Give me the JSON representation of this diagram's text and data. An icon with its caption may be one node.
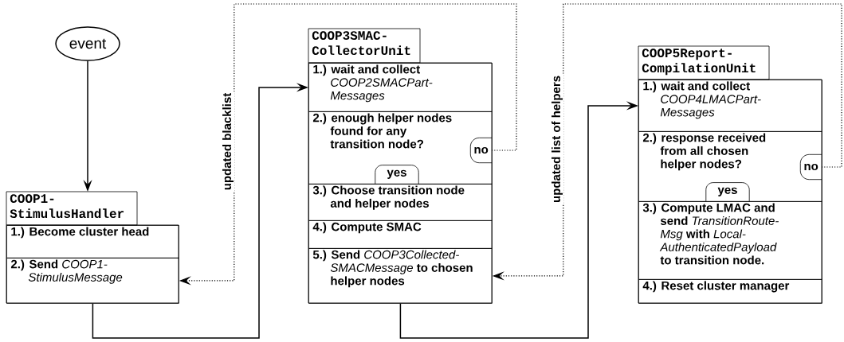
{
  "diagram": {
    "nodes": [
      {
        "text": [
          "event"
        ]
      },
      {
        "text": [
          "COOP1- StimulusHandler"
        ]
      },
      {
        "text": [
          "1.) Become cluster head"
        ],
        "in": 1
      },
      {
        "text": [
          "2.) Send *COOP1- StimulusMessage*"
        ],
        "in": 1
      },
      {
        "text": [
          "COOP3SMAC- CollectorUnit"
        ]
      },
      {
        "text": [
          "1.) wait and collect *COOP2SMACPart- Messages*"
        ],
        "in": 4
      },
      {
        "text": [
          "2.) enough helper nodes found for any transition node?"
        ],
        "in": 4
      },
      {
        "text": [
          "no"
        ],
        "in": 6
      },
      {
        "text": [
          "yes"
        ],
        "in": 6
      },
      {
        "text": [
          "3.) Choose transition node and helper nodes"
        ],
        "in": 4
      },
      {
        "text": [
          "4.) Compute SMAC"
        ],
        "in": 4
      },
      {
        "text": [
          "5.) Send *COOP3Collected- SMACMessage* to chosen helper nodes"
        ],
        "in": 4
      },
      {
        "text": [
          "COOP5Report- CompilationUnit"
        ]
      },
      {
        "text": [
          "1.) wait and collect *COOP4LMACPart- Messages*"
        ],
        "in": 12
      },
      {
        "text": [
          "2.) response received from all chosen helper nodes?"
        ],
        "in": 12
      },
      {
        "text": [
          "no"
        ],
        "in": 14
      },
      {
        "text": [
          "yes"
        ],
        "in": 14
      },
      {
        "text": [
          "3.) Compute LMAC and send *TransitionRoute- Msg* with *Local- AuthenticatedPayload* to transition node."
        ],
        "in": 12
      },
      {
        "text": [
          "4.) Reset cluster manager"
        ],
        "in": 12
      }
    ],
    "edges": [
      {
        "from": 0,
        "to": 1,
        "arrow": "to"
      },
      {
        "from": 3,
        "to": 5,
        "arrow": "to"
      },
      {
        "from": 7,
        "to": 3,
        "arrow": "to",
        "label": "updated blacklist",
        "style": "dashed"
      },
      {
        "from": 11,
        "to": 13,
        "arrow": "to"
      },
      {
        "from": 15,
        "to": 11,
        "arrow": "to",
        "label": "updated list of helpers",
        "style": "dashed"
      }
    ]
  }
}
